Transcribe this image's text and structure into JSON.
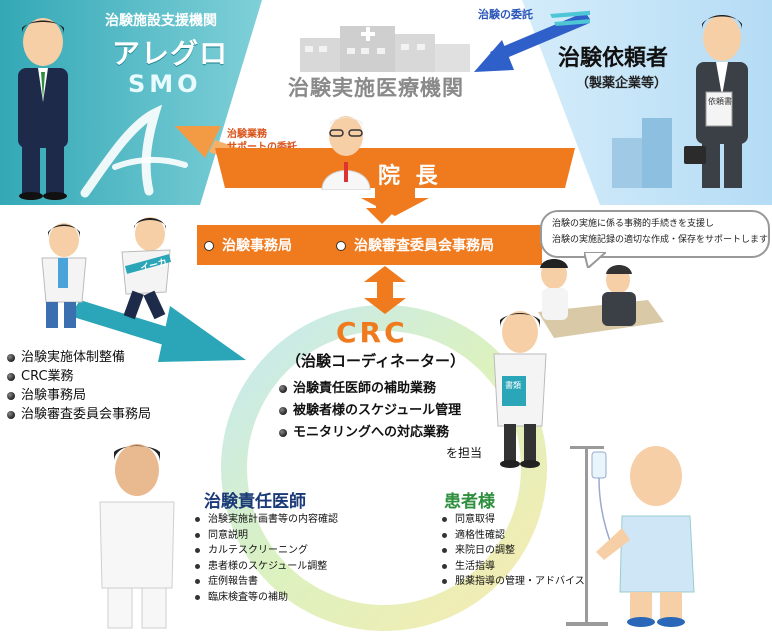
{
  "smo": {
    "subtitle": "治験施設支援機関",
    "name": "アレグロ",
    "abbr": "SMO"
  },
  "hospital": {
    "title": "治験実施医療機関"
  },
  "sponsor": {
    "title": "治験依頼者",
    "subtitle": "（製薬企業等）",
    "doc_label": "依頼書"
  },
  "arrows": {
    "commission": "治験の委託",
    "support_line1": "治験業務",
    "support_line2": "サポートの委託"
  },
  "director": {
    "label": "院 長"
  },
  "offices": {
    "office1": "治験事務局",
    "office2": "治験審査委員会事務局"
  },
  "speech": {
    "line1": "治験の実施に係る事務的手続きを支援し",
    "line2": "治験の実施記録の適切な作成・保存をサポートします"
  },
  "runner": {
    "sash": "イーカ"
  },
  "smo_services": [
    "治験実施体制整備",
    "CRC業務",
    "治験事務局",
    "治験審査委員会事務局"
  ],
  "crc": {
    "title": "CRC",
    "subtitle": "（治験コーディネーター）",
    "duties": [
      "治験責任医師の補助業務",
      "被験者様のスケジュール管理",
      "モニタリングへの対応業務"
    ],
    "suffix": "を担当",
    "badge": "書類"
  },
  "doctor": {
    "title": "治験責任医師",
    "items": [
      "治験実施計画書等の内容確認",
      "同意説明",
      "カルテスクリーニング",
      "患者様のスケジュール調整",
      "症例報告書",
      "臨床検査等の補助"
    ]
  },
  "patient": {
    "title": "患者様",
    "items": [
      "同意取得",
      "適格性確認",
      "来院日の調整",
      "生活指導",
      "服薬指導の管理・アドバイス"
    ]
  },
  "colors": {
    "teal": "#2aa6b8",
    "orange": "#f07a1e",
    "green": "#2e8f3e",
    "navy": "#1b3a78"
  }
}
